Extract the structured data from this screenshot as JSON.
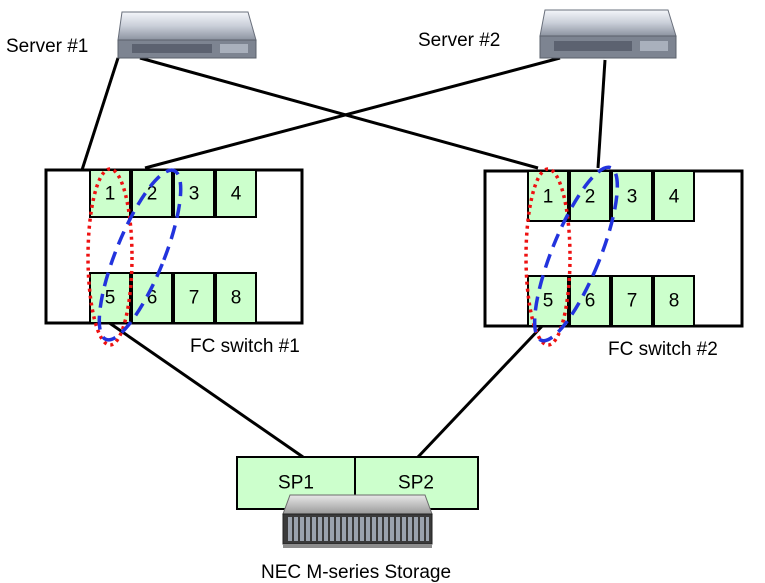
{
  "servers": [
    {
      "label": "Server #1"
    },
    {
      "label": "Server #2"
    }
  ],
  "switches": [
    {
      "label": "FC switch #1",
      "ports": [
        "1",
        "2",
        "3",
        "4",
        "5",
        "6",
        "7",
        "8"
      ]
    },
    {
      "label": "FC switch #2",
      "ports": [
        "1",
        "2",
        "3",
        "4",
        "5",
        "6",
        "7",
        "8"
      ]
    }
  ],
  "storage": {
    "label": "NEC M-series Storage",
    "sp1": "SP1",
    "sp2": "SP2"
  },
  "colors": {
    "port_fill": "#ccffcc",
    "zone_red": "#ee1111",
    "zone_blue": "#2233dd"
  }
}
